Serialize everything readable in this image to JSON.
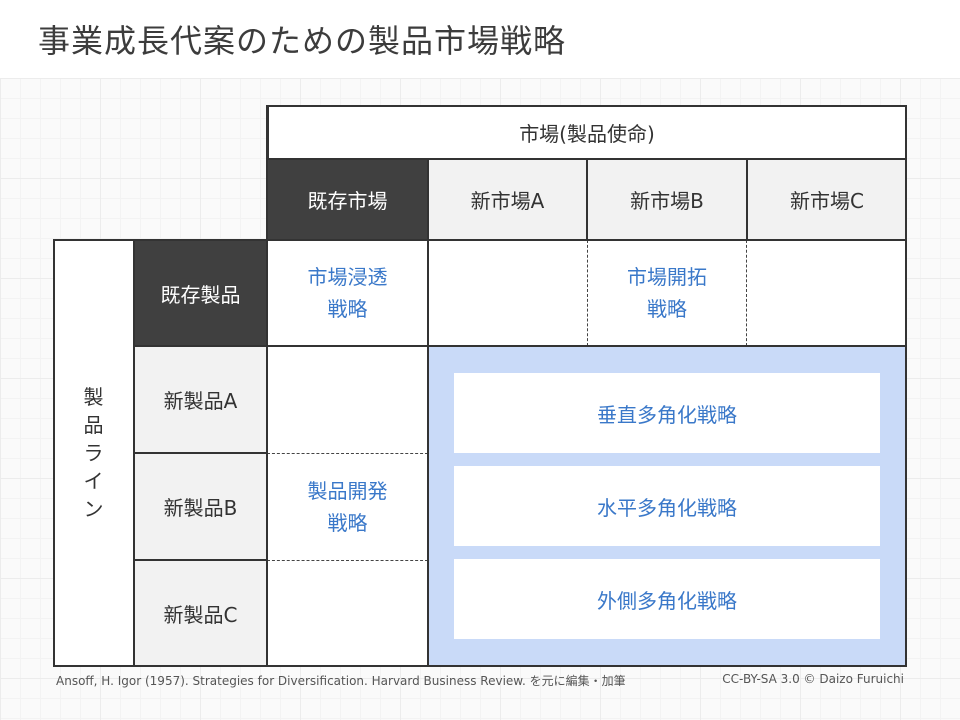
{
  "title": "事業成長代案のための製品市場戦略",
  "market_header": "市場(製品使命)",
  "markets": [
    "既存市場",
    "新市場A",
    "新市場B",
    "新市場C"
  ],
  "product_line_label": [
    "製",
    "品",
    "ラ",
    "イ",
    "ン"
  ],
  "products": [
    "既存製品",
    "新製品A",
    "新製品B",
    "新製品C"
  ],
  "strategies": {
    "market_penetration": [
      "市場浸透",
      "戦略"
    ],
    "market_development": [
      "市場開拓",
      "戦略"
    ],
    "product_development": [
      "製品開発",
      "戦略"
    ],
    "diversification": [
      "垂直多角化戦略",
      "水平多角化戦略",
      "外側多角化戦略"
    ]
  },
  "colors": {
    "dark_header": "#404040",
    "gray_header": "#f2f2f2",
    "strategy_text": "#3a78c9",
    "diversification_bg": "#c9daf8"
  },
  "footer": {
    "source": "Ansoff, H. Igor (1957). Strategies for Diversification. Harvard Business Review. を元に編集・加筆",
    "license": "CC-BY-SA 3.0 © Daizo Furuichi"
  }
}
